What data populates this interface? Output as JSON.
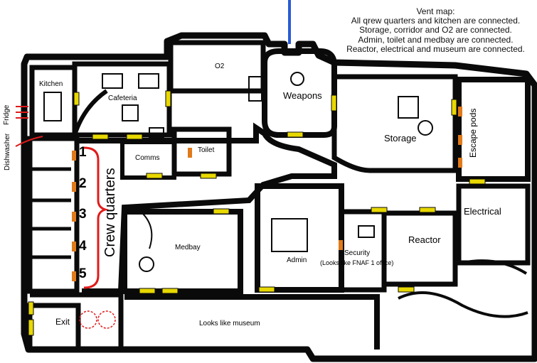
{
  "vent_map": {
    "title": "Vent map:",
    "lines": [
      "All qrew quarters and kitchen are connected.",
      "Storage, corridor and O2 are connected.",
      "Admin, toilet and medbay are connected.",
      "Reactor, electrical and museum are connected."
    ]
  },
  "rooms": {
    "kitchen": "Kitchen",
    "cafeteria": "Cafeteria",
    "o2": "O2",
    "weapons": "Weapons",
    "storage": "Storage",
    "escape_pods": "Escape pods",
    "electrical": "Electrical",
    "reactor": "Reactor",
    "security": "Security",
    "security_note": "(Looks like FNAF 1 office)",
    "admin": "Admin",
    "medbay": "Medbay",
    "comms": "Comms",
    "toilet": "Toilet",
    "crew_quarters": "Crew quarters",
    "exit": "Exit",
    "museum": "Looks like museum",
    "fridge": "Fridge",
    "dishwasher": "Dishwasher"
  },
  "crew_numbers": [
    "1",
    "2",
    "3",
    "4",
    "5"
  ],
  "colors": {
    "wall": "#0a0a0a",
    "door": "#e8d800",
    "door_orange": "#e07a1a",
    "laser": "#2a5bd7",
    "red_marks": "#e01b1b",
    "floor": "#ffffff"
  }
}
